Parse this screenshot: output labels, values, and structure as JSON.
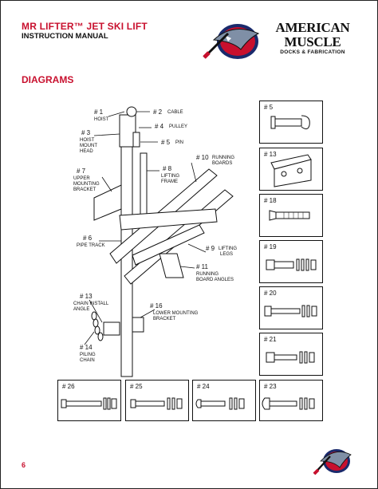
{
  "header": {
    "title": "MR LIFTER™ JET SKI LIFT",
    "subtitle": "INSTRUCTION MANUAL",
    "logo_line1": "AMERICAN",
    "logo_line2": "MUSCLE",
    "logo_line3": "DOCKS & FABRICATION"
  },
  "section_title": "DIAGRAMS",
  "page_number": "6",
  "callouts": [
    {
      "id": "# 1",
      "name": "HOIST"
    },
    {
      "id": "# 2",
      "name": "CABLE"
    },
    {
      "id": "# 3",
      "name": "HOIST MOUNT HEAD",
      "lines": [
        "HOIST",
        "MOUNT",
        "HEAD"
      ]
    },
    {
      "id": "# 4",
      "name": "PULLEY"
    },
    {
      "id": "# 5",
      "name": "PIN"
    },
    {
      "id": "# 6",
      "name": "PIPE TRACK"
    },
    {
      "id": "# 7",
      "name": "UPPER MOUNTING BRACKET",
      "lines": [
        "UPPER",
        "MOUNTING",
        "BRACKET"
      ]
    },
    {
      "id": "# 8",
      "name": "LIFTING FRAME",
      "lines": [
        "LIFTING",
        "FRAME"
      ]
    },
    {
      "id": "# 9",
      "name": "LIFTING LEGS",
      "lines": [
        "LIFTING",
        "LEGS"
      ]
    },
    {
      "id": "# 10",
      "name": "RUNNING BOARDS",
      "lines": [
        "RUNNING",
        "BOARDS"
      ]
    },
    {
      "id": "# 11",
      "name": "RUNNING BOARD ANGLES",
      "lines": [
        "RUNNING",
        "BOARD ANGLES"
      ]
    },
    {
      "id": "# 13",
      "name": "CHAIN INSTALL ANGLE",
      "lines": [
        "CHAIN INSTALL",
        "ANGLE"
      ]
    },
    {
      "id": "# 14",
      "name": "PILING CHAIN",
      "lines": [
        "PILING",
        "CHAIN"
      ]
    },
    {
      "id": "# 16",
      "name": "LOWER MOUNTING BRACKET",
      "lines": [
        "LOWER MOUNTING",
        "BRACKET"
      ]
    }
  ],
  "parts_side": [
    "# 5",
    "# 13",
    "# 18",
    "# 19",
    "# 20",
    "# 21"
  ],
  "parts_bottom": [
    "# 26",
    "# 25",
    "# 24",
    "# 23"
  ],
  "colors": {
    "accent": "#c8102e",
    "line": "#111111"
  }
}
